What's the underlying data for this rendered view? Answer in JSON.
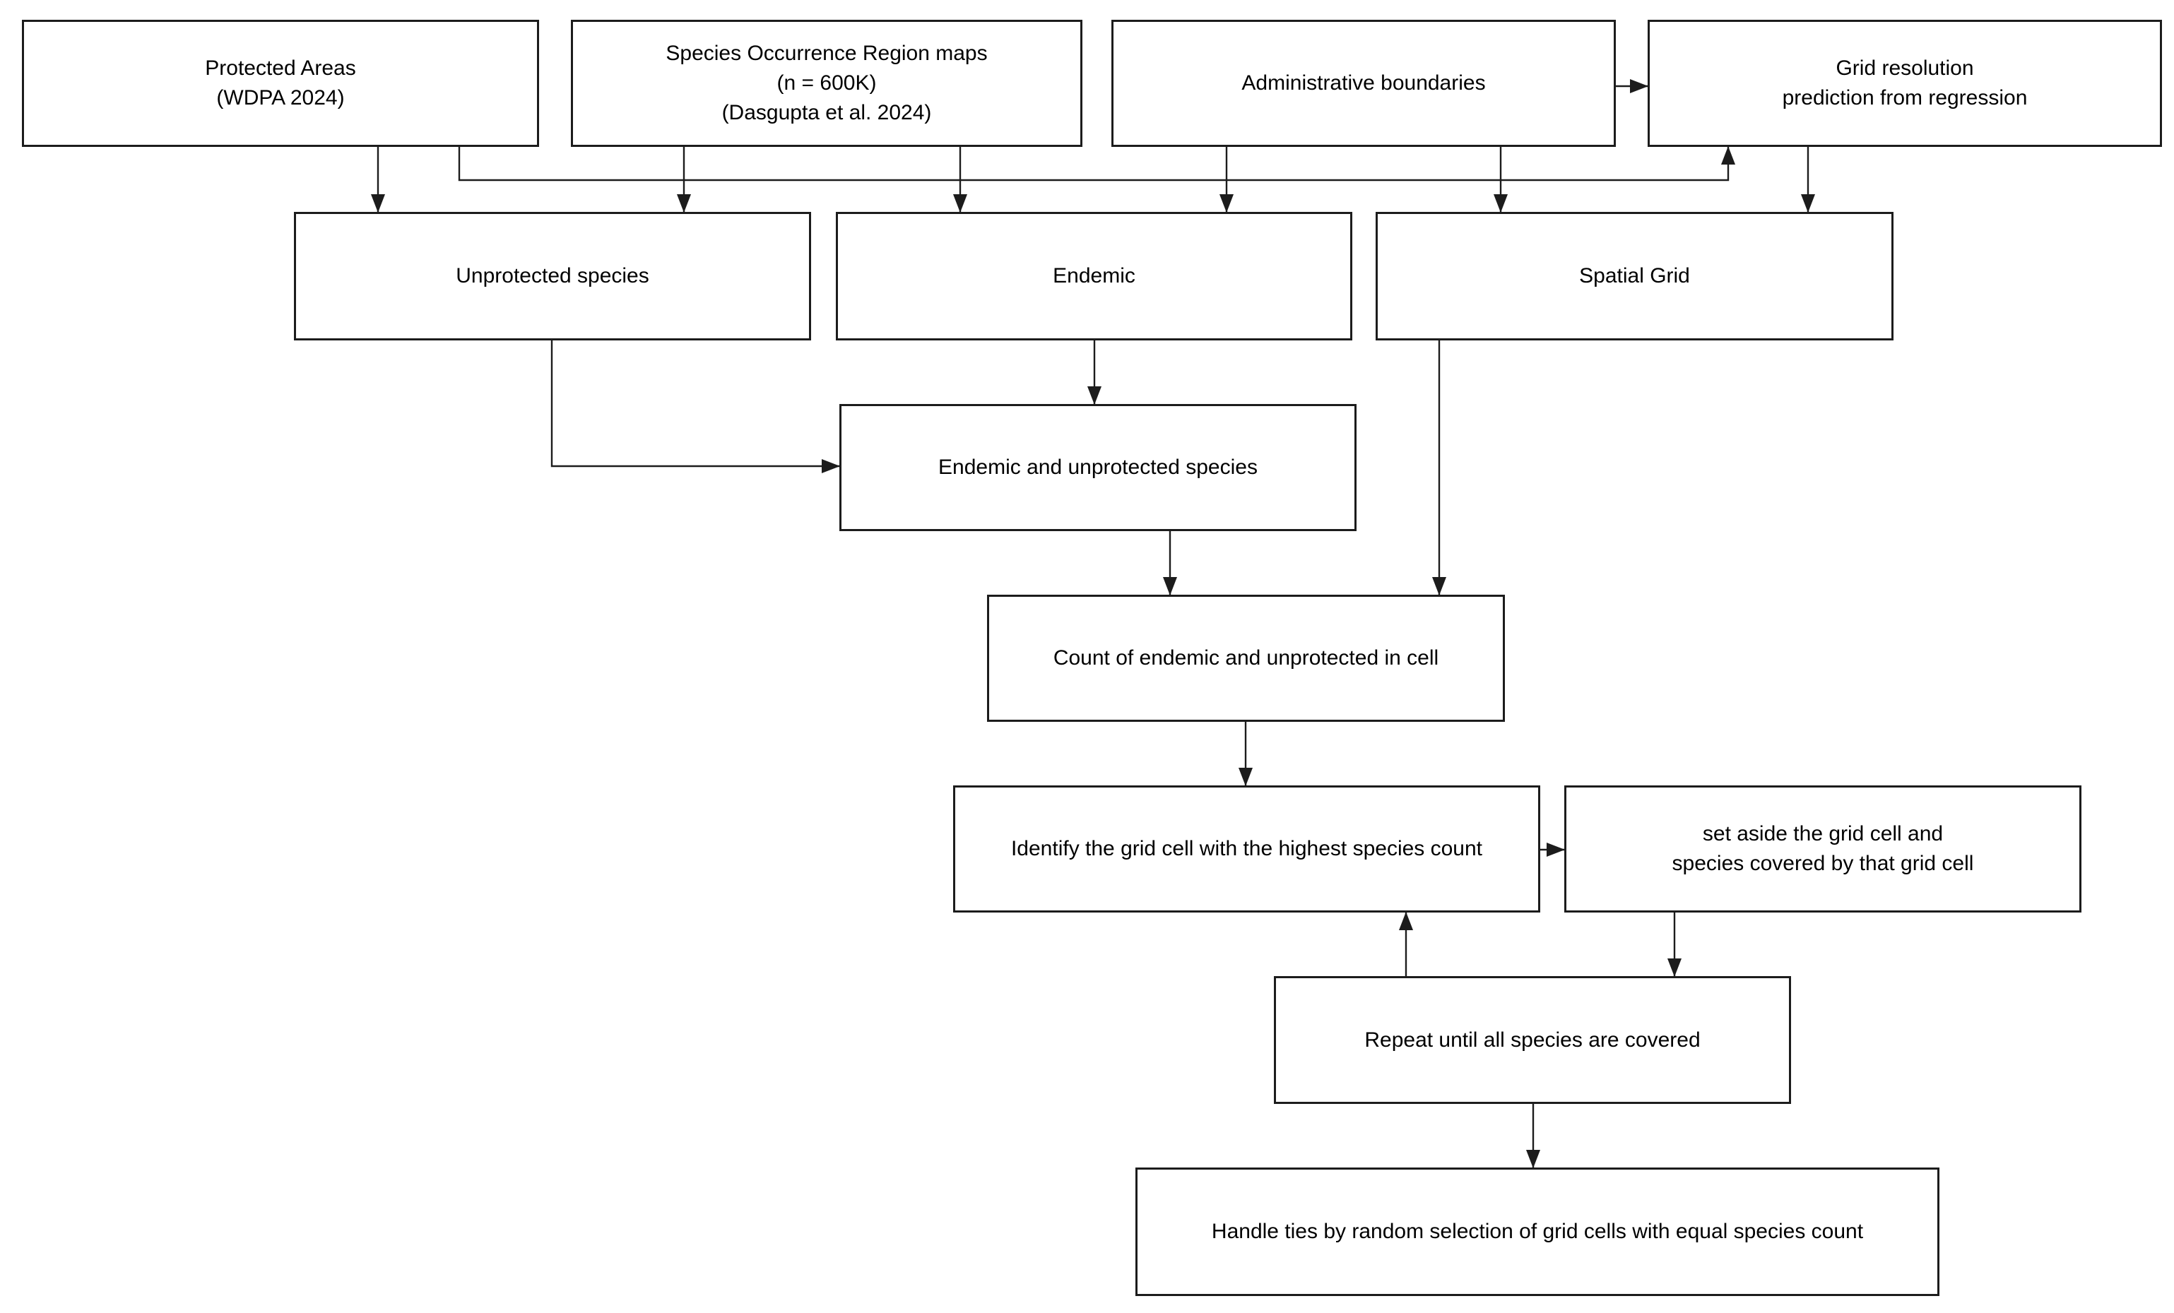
{
  "colors": {
    "background": "#ffffff",
    "box_fill": "#ffffff",
    "stroke": "#1c1c1c",
    "text": "#000000"
  },
  "nodes": {
    "protected_areas": {
      "lines": [
        "Protected Areas",
        "(WDPA 2024)"
      ]
    },
    "species_occurrence": {
      "lines": [
        "Species Occurrence Region maps",
        "(n = 600K)",
        "(Dasgupta et al. 2024)"
      ]
    },
    "admin_boundaries": {
      "lines": [
        "Administrative boundaries"
      ]
    },
    "grid_resolution": {
      "lines": [
        "Grid resolution",
        "prediction from regression"
      ]
    },
    "unprotected_species": {
      "lines": [
        "Unprotected species"
      ]
    },
    "endemic": {
      "lines": [
        "Endemic"
      ]
    },
    "spatial_grid": {
      "lines": [
        "Spatial Grid"
      ]
    },
    "endemic_unprotected": {
      "lines": [
        "Endemic and unprotected species"
      ]
    },
    "count_cell": {
      "lines": [
        "Count of endemic and unprotected in cell"
      ]
    },
    "identify": {
      "lines": [
        "Identify the grid cell with the highest species count"
      ]
    },
    "set_aside": {
      "lines": [
        "set aside the grid cell and",
        "species covered by that grid cell"
      ]
    },
    "repeat": {
      "lines": [
        "Repeat until all species are covered"
      ]
    },
    "handle_ties": {
      "lines": [
        "Handle ties by random selection of grid cells with equal species count"
      ]
    }
  },
  "edges": [
    {
      "from": "protected_areas",
      "to": "unprotected_species"
    },
    {
      "from": "protected_areas",
      "to": "grid_resolution"
    },
    {
      "from": "species_occurrence",
      "to": "unprotected_species"
    },
    {
      "from": "species_occurrence",
      "to": "endemic"
    },
    {
      "from": "admin_boundaries",
      "to": "endemic"
    },
    {
      "from": "admin_boundaries",
      "to": "spatial_grid"
    },
    {
      "from": "admin_boundaries",
      "to": "grid_resolution"
    },
    {
      "from": "grid_resolution",
      "to": "spatial_grid"
    },
    {
      "from": "unprotected_species",
      "to": "endemic_unprotected"
    },
    {
      "from": "endemic",
      "to": "endemic_unprotected"
    },
    {
      "from": "endemic_unprotected",
      "to": "count_cell"
    },
    {
      "from": "spatial_grid",
      "to": "count_cell"
    },
    {
      "from": "count_cell",
      "to": "identify"
    },
    {
      "from": "identify",
      "to": "set_aside"
    },
    {
      "from": "set_aside",
      "to": "repeat"
    },
    {
      "from": "repeat",
      "to": "identify"
    },
    {
      "from": "repeat",
      "to": "handle_ties"
    }
  ]
}
